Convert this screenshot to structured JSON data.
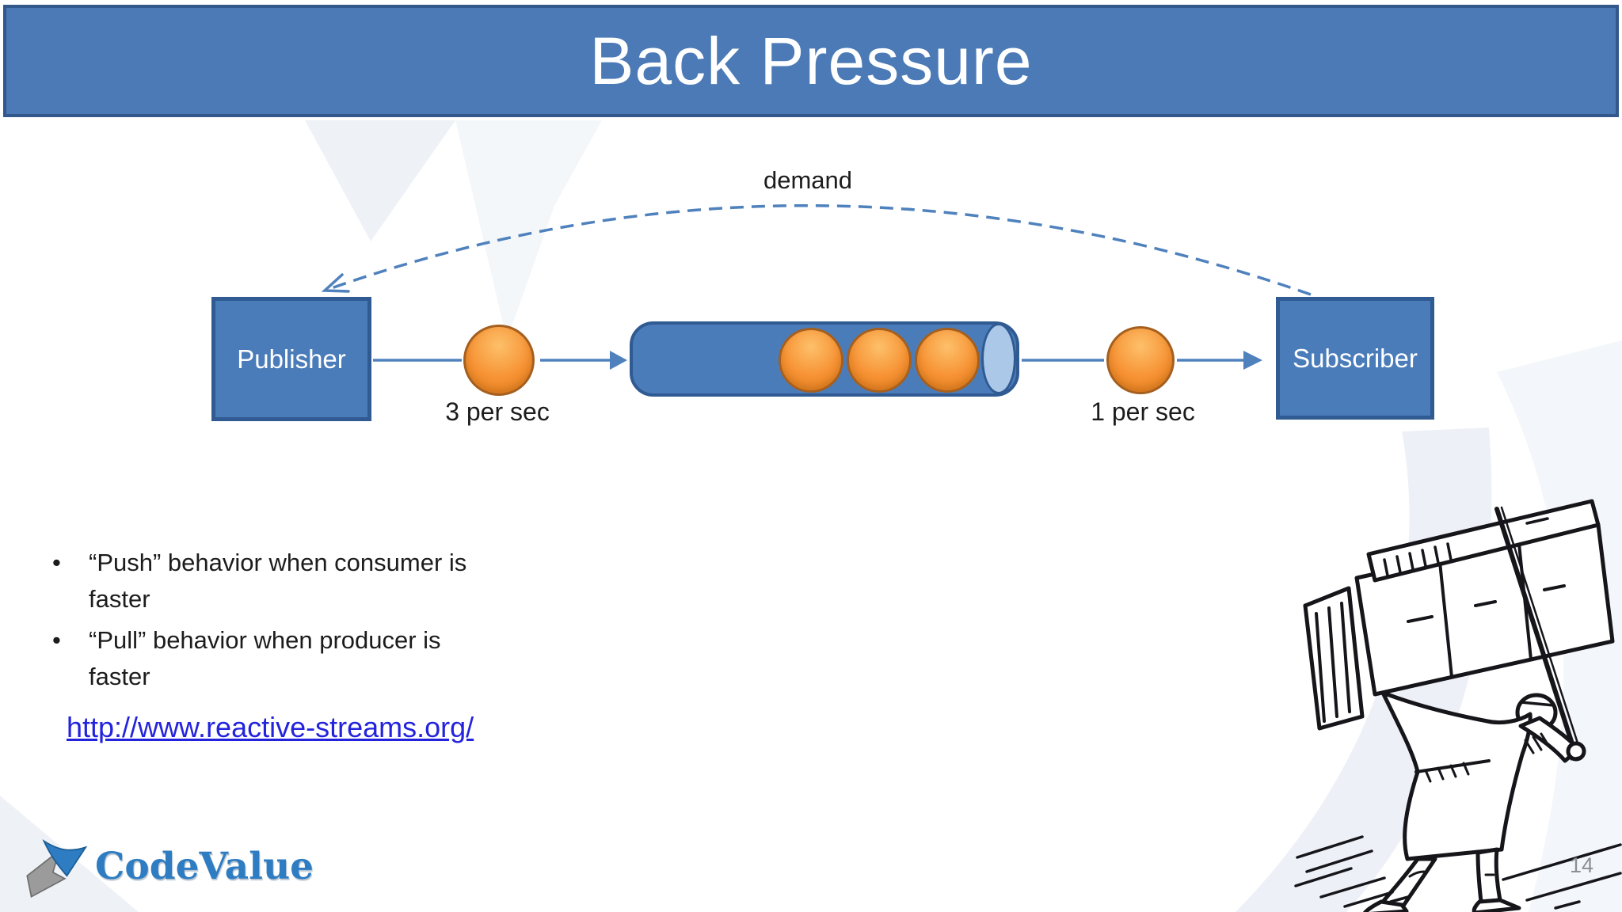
{
  "slide": {
    "title": "Back Pressure",
    "page_number": "14"
  },
  "diagram": {
    "demand_label": "demand",
    "publisher": {
      "label": "Publisher",
      "rate": "3 per sec"
    },
    "subscriber": {
      "label": "Subscriber",
      "rate": "1 per sec"
    },
    "queue_ball_count": 3
  },
  "bullets": {
    "marker": "•",
    "items": [
      "“Push” behavior when consumer is\nfaster",
      "“Pull” behavior when producer is\nfaster"
    ]
  },
  "link": {
    "text": "http://www.reactive-streams.org/"
  },
  "logo": {
    "text": "CodeValue"
  },
  "icons": {
    "porter-illustration": "line drawing of a man carrying a heavy crate on his back",
    "logo-mark": "gray and blue arrow check mark"
  },
  "colors": {
    "title_bar_fill": "#4b7ab6",
    "title_bar_border": "#33598c",
    "shape_fill": "#4b7cba",
    "shape_border": "#2f5a92",
    "pipe_cap_fill": "#abc8e8",
    "ball_fill": "#f79335",
    "ball_highlight": "#fdc06a",
    "ball_border": "#a55f1e",
    "arrow_blue": "#4f81bd",
    "text_dark": "#1c1c1c",
    "link_blue": "#2323dd",
    "logo_blue": "#2e7cc2",
    "logo_gray": "#9b9b9b",
    "page_number_gray": "#8b8f96",
    "background_tint": "#eef2f8"
  }
}
